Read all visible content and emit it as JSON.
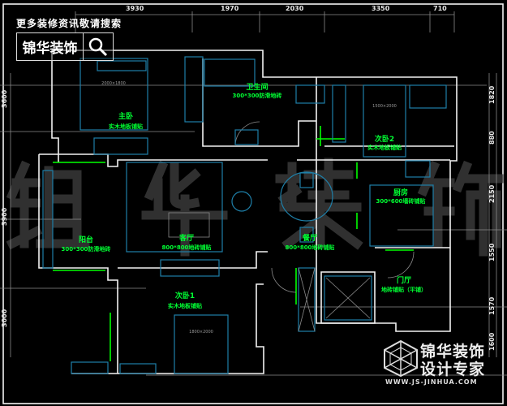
{
  "promo_text": "更多装修资讯敬请搜索",
  "search_brand": "锦华装饰",
  "watermark": [
    "锦",
    "华",
    "装",
    "饰"
  ],
  "logo": {
    "line1": "锦华装饰",
    "line2": "设计专家",
    "url": "WWW.JS-JINHUA.COM"
  },
  "dimensions": {
    "top": [
      "3930",
      "1970",
      "2030",
      "3350",
      "710"
    ],
    "right": [
      "1820",
      "880",
      "2150",
      "1550",
      "1570",
      "1600"
    ],
    "left": [
      "3600",
      "3900",
      "3000"
    ]
  },
  "rooms": {
    "master": {
      "name": "主卧",
      "floor": "实木地板铺贴"
    },
    "bath": {
      "name": "卫生间",
      "floor": "300*300防滑地砖"
    },
    "bed2": {
      "name": "次卧2",
      "floor": "实木地板铺贴"
    },
    "balcony": {
      "name": "阳台",
      "floor": "300*300防滑地砖"
    },
    "living": {
      "name": "客厅",
      "floor": "800*800地砖铺贴"
    },
    "dining": {
      "name": "餐厅",
      "floor": "800*800地砖铺贴"
    },
    "kitchen": {
      "name": "厨房",
      "floor": "300*600墙砖铺贴"
    },
    "foyer": {
      "name": "门厅",
      "floor": "地砖铺贴（平铺）"
    },
    "bed1": {
      "name": "次卧1",
      "floor": "实木地板铺贴"
    }
  },
  "beds": {
    "master": "2000×1800",
    "bed2": "1500×2000",
    "bed1": "1800×2000"
  },
  "colors": {
    "wall": "#f2f2f2",
    "furniture": "#1e7fa8",
    "label": "#00ff33",
    "background": "#000000"
  }
}
